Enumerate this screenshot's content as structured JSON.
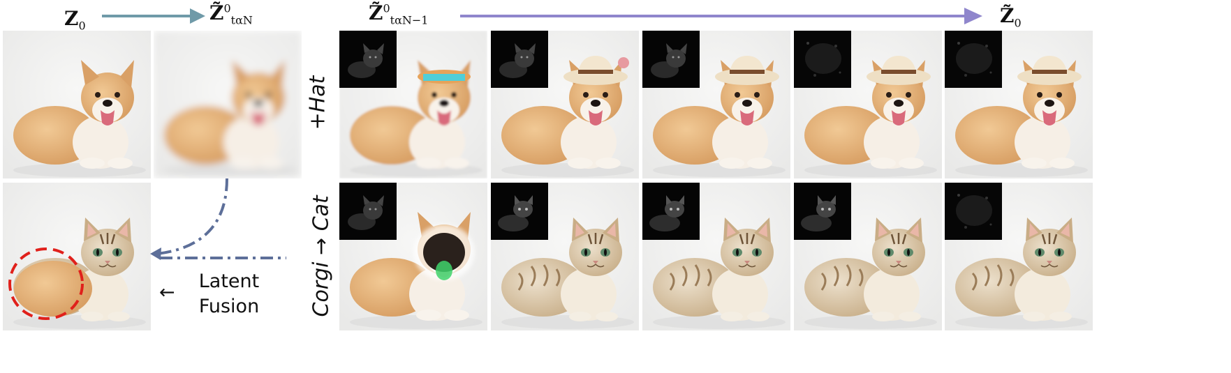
{
  "header": {
    "z0_label": "Z",
    "z0_sub": "0",
    "zt_label": "Z̃",
    "zt_sup": "0",
    "zt_sub": "tαN",
    "ztm1_label": "Z̃",
    "ztm1_sup": "0",
    "ztm1_sub": "tαN−1",
    "zfinal_label": "Z̃",
    "zfinal_sub": "0"
  },
  "rows": {
    "top_label": "+Hat",
    "bottom_label": "Corgi → Cat"
  },
  "fusion": {
    "arrow": "←",
    "line1": "Latent",
    "line2": "Fusion"
  },
  "colors": {
    "teal_arrow": "#6f9aa8",
    "purple_arrow": "#8f86cc",
    "dashdot_arrow": "#5d6f99",
    "highlight_circle": "#e0201b",
    "corgi_fur": "#e2b27c",
    "cat_fur": "#d7c3a4"
  }
}
